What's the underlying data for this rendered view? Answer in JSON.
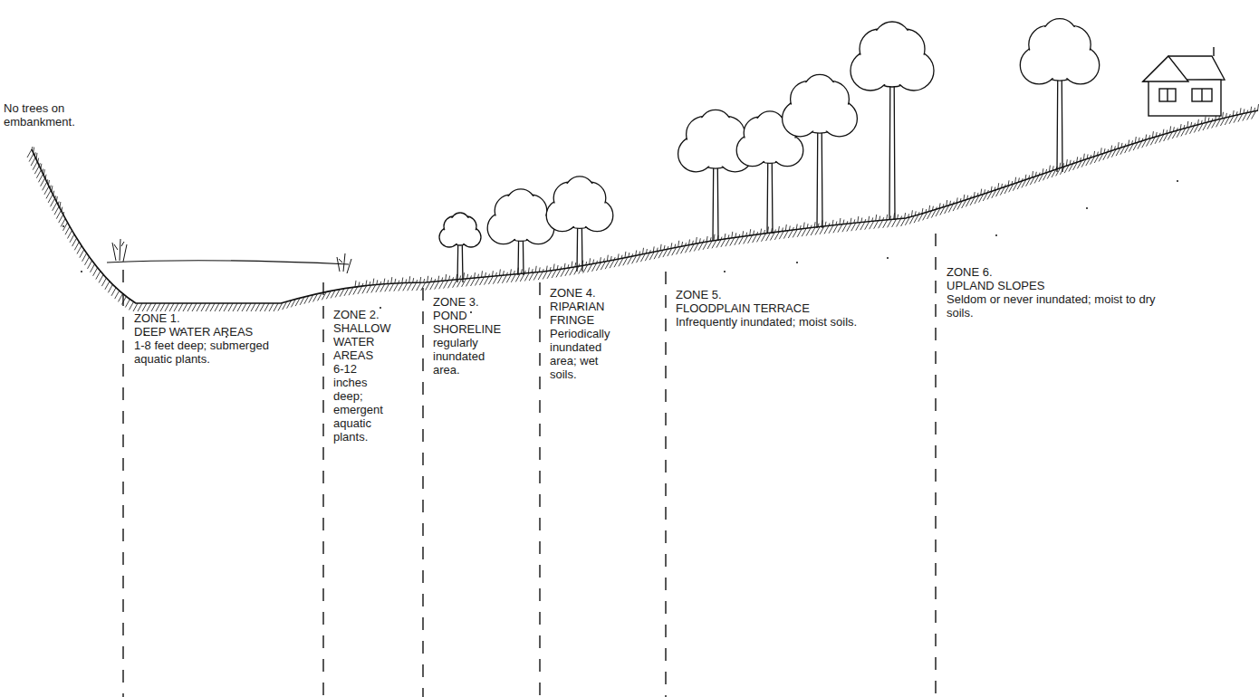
{
  "diagram": {
    "labels": [
      "No trees on embankment.",
      "ZONE 1.",
      "DEEP WATER AREAS",
      "1-8 feet deep; submerged aquatic plants.",
      "ZONE 2.",
      "SHALLOW WATER AREAS",
      "6-12 inches deep; emergent aquatic plants.",
      "ZONE 3.",
      "POND SHORELINE",
      "regularly inundated area.",
      "ZONE 4.",
      "RIPARIAN FRINGE",
      "Periodically inundated area; wet soils.",
      "ZONE 5.",
      "FLOODPLAIN TERRACE",
      "Infrequently inundated; moist soils.",
      "ZONE 6.",
      "UPLAND SLOPES",
      "Seldom or never inundated; moist to dry soils."
    ]
  }
}
